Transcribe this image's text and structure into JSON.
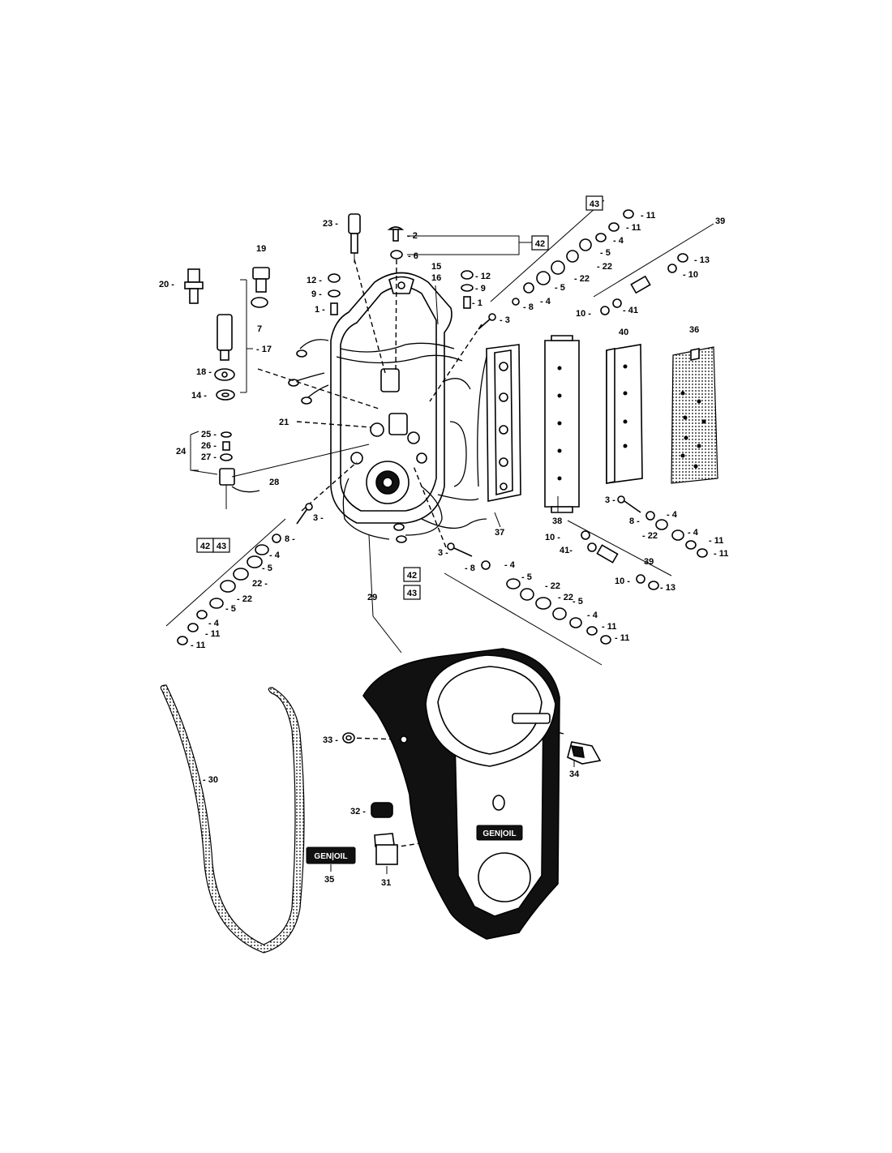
{
  "boxed_refs": {
    "top_right": "43",
    "top_center": "42",
    "left_a": "42",
    "left_b": "43",
    "lower_a": "42",
    "lower_b": "43"
  },
  "labels": {
    "p1a": "1 -",
    "p1b": "- 1",
    "p2": "- 2",
    "p3a": "- 3",
    "p3b": "3 -",
    "p3c": "3 -",
    "p3d": "3 -",
    "p4a": "- 4",
    "p4b": "- 4",
    "p4c": "- 4",
    "p4d": "- 4",
    "p4e": "- 4",
    "p4f": "- 4",
    "p4g": "- 4",
    "p5a": "- 5",
    "p5b": "- 5",
    "p5c": "- 5",
    "p5d": "- 5",
    "p5e": "- 5",
    "p6": "- 6",
    "p7": "7",
    "p8a": "- 8",
    "p8b": "8 -",
    "p8c": "- 8",
    "p8d": "8 -",
    "p9a": "9 -",
    "p9b": "- 9",
    "p10a": "- 10",
    "p10b": "10 -",
    "p10c": "10 -",
    "p10d": "10 -",
    "p11a": "- 11",
    "p11b": "- 11",
    "p11c": "- 11",
    "p11d": "- 11",
    "p11e": "- 11",
    "p11f": "- 11",
    "p11g": "- 11",
    "p11h": "- 11",
    "p12a": "12 -",
    "p12b": "- 12",
    "p13a": "- 13",
    "p13b": "- 13",
    "p14": "14 -",
    "p15": "15",
    "p16": "16",
    "p17": "- 17",
    "p18": "18 -",
    "p19": "19",
    "p20": "20 -",
    "p21": "21",
    "p22a": "- 22",
    "p22b": "- 22",
    "p22c": "22 -",
    "p22d": "- 22",
    "p22e": "- 22",
    "p22f": "- 22",
    "p22g": "- 22",
    "p23": "23 -",
    "p24": "24",
    "p25": "25 -",
    "p26": "26 -",
    "p27": "27 -",
    "p28": "28",
    "p29": "29",
    "p30": "- 30",
    "p31": "31",
    "p32": "32 -",
    "p33": "33 -",
    "p34": "34",
    "p35": "35",
    "p36": "36",
    "p37": "37",
    "p38": "38",
    "p39a": "39",
    "p39b": "39",
    "p40": "40",
    "p41a": "- 41",
    "p41b": "41-"
  },
  "badge_text": {
    "on_panel": "GEN|OIL",
    "loose": "GEN|OIL"
  }
}
